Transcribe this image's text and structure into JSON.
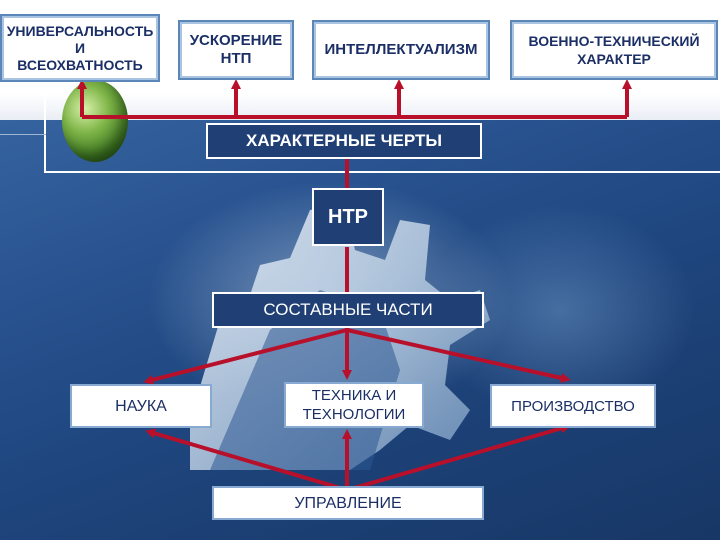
{
  "colors": {
    "arrow": "#b8102a",
    "top_box_text": "#1b2f66",
    "dark_box_bg": "#1f3f75",
    "background": "#2a5592"
  },
  "top_boxes": [
    {
      "label": "УНИВЕРСАЛЬНОСТЬ\nИ\nВСЕОХВАТНОСТЬ"
    },
    {
      "label": "УСКОРЕНИЕ\nНТП"
    },
    {
      "label": "ИНТЕЛЛЕКТУАЛИЗМ"
    },
    {
      "label": "ВОЕННО-ТЕХНИЧЕСКИЙ\nХАРАКТЕР"
    }
  ],
  "features_box": {
    "label": "ХАРАКТЕРНЫЕ ЧЕРТЫ"
  },
  "center_box": {
    "label": "НТР"
  },
  "components_box": {
    "label": "СОСТАВНЫЕ ЧАСТИ"
  },
  "component_boxes": [
    {
      "label": "НАУКА"
    },
    {
      "label": "ТЕХНИКА И\nТЕХНОЛОГИИ"
    },
    {
      "label": "ПРОИЗВОДСТВО"
    }
  ],
  "management_box": {
    "label": "УПРАВЛЕНИЕ"
  },
  "icons": [
    "gear-image",
    "globe-image"
  ]
}
